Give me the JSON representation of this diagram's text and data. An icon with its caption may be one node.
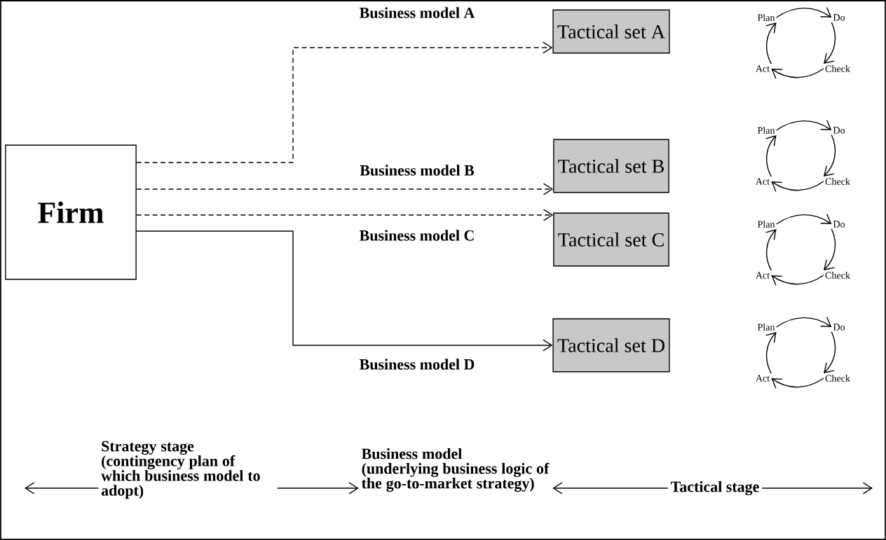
{
  "diagram": {
    "nodes": [
      {
        "text": [
          "Firm"
        ]
      },
      {
        "text": [
          "Tactical set A"
        ]
      },
      {
        "text": [
          "Tactical set B"
        ]
      },
      {
        "text": [
          "Tactical set C"
        ]
      },
      {
        "text": [
          "Tactical set D"
        ]
      },
      {
        "text": [
          "Plan"
        ]
      },
      {
        "text": [
          "Do"
        ]
      },
      {
        "text": [
          "Check"
        ]
      },
      {
        "text": [
          "Act"
        ]
      },
      {
        "text": [
          "Plan"
        ]
      },
      {
        "text": [
          "Do"
        ]
      },
      {
        "text": [
          "Check"
        ]
      },
      {
        "text": [
          "Act"
        ]
      },
      {
        "text": [
          "Plan"
        ]
      },
      {
        "text": [
          "Do"
        ]
      },
      {
        "text": [
          "Check"
        ]
      },
      {
        "text": [
          "Act"
        ]
      },
      {
        "text": [
          "Plan"
        ]
      },
      {
        "text": [
          "Do"
        ]
      },
      {
        "text": [
          "Check"
        ]
      },
      {
        "text": [
          "Act"
        ]
      },
      {
        "text": [
          "Strategy stage",
          "(contingency plan of which business model to adopt)"
        ]
      },
      {
        "text": [
          "Business model",
          "(underlying business logic of the go-to-market strategy)"
        ]
      },
      {
        "text": [
          "Tactical stage"
        ]
      }
    ],
    "edges": [
      {
        "from": 0,
        "to": 1,
        "arrow": "to",
        "style": "dashed",
        "label": "Business model A"
      },
      {
        "from": 0,
        "to": 2,
        "arrow": "to",
        "style": "dashed",
        "label": "Business model B"
      },
      {
        "from": 0,
        "to": 3,
        "arrow": "to",
        "style": "dashed",
        "label": "Business model C"
      },
      {
        "from": 0,
        "to": 4,
        "arrow": "to",
        "label": "Business model D"
      },
      {
        "from": 5,
        "to": 6,
        "arrow": "to"
      },
      {
        "from": 6,
        "to": 7,
        "arrow": "to"
      },
      {
        "from": 7,
        "to": 8,
        "arrow": "to"
      },
      {
        "from": 8,
        "to": 5,
        "arrow": "to"
      },
      {
        "from": 9,
        "to": 10,
        "arrow": "to"
      },
      {
        "from": 10,
        "to": 11,
        "arrow": "to"
      },
      {
        "from": 11,
        "to": 12,
        "arrow": "to"
      },
      {
        "from": 12,
        "to": 9,
        "arrow": "to"
      },
      {
        "from": 13,
        "to": 14,
        "arrow": "to"
      },
      {
        "from": 14,
        "to": 15,
        "arrow": "to"
      },
      {
        "from": 15,
        "to": 16,
        "arrow": "to"
      },
      {
        "from": 16,
        "to": 13,
        "arrow": "to"
      },
      {
        "from": 17,
        "to": 18,
        "arrow": "to"
      },
      {
        "from": 18,
        "to": 19,
        "arrow": "to"
      },
      {
        "from": 19,
        "to": 20,
        "arrow": "to"
      },
      {
        "from": 20,
        "to": 17,
        "arrow": "to"
      },
      {
        "from": 21,
        "to": null,
        "arrow": "to"
      },
      {
        "from": 21,
        "to": 22,
        "arrow": "to"
      },
      {
        "from": 23,
        "to": 22,
        "arrow": "to"
      },
      {
        "from": 23,
        "to": null,
        "arrow": "to"
      }
    ]
  }
}
